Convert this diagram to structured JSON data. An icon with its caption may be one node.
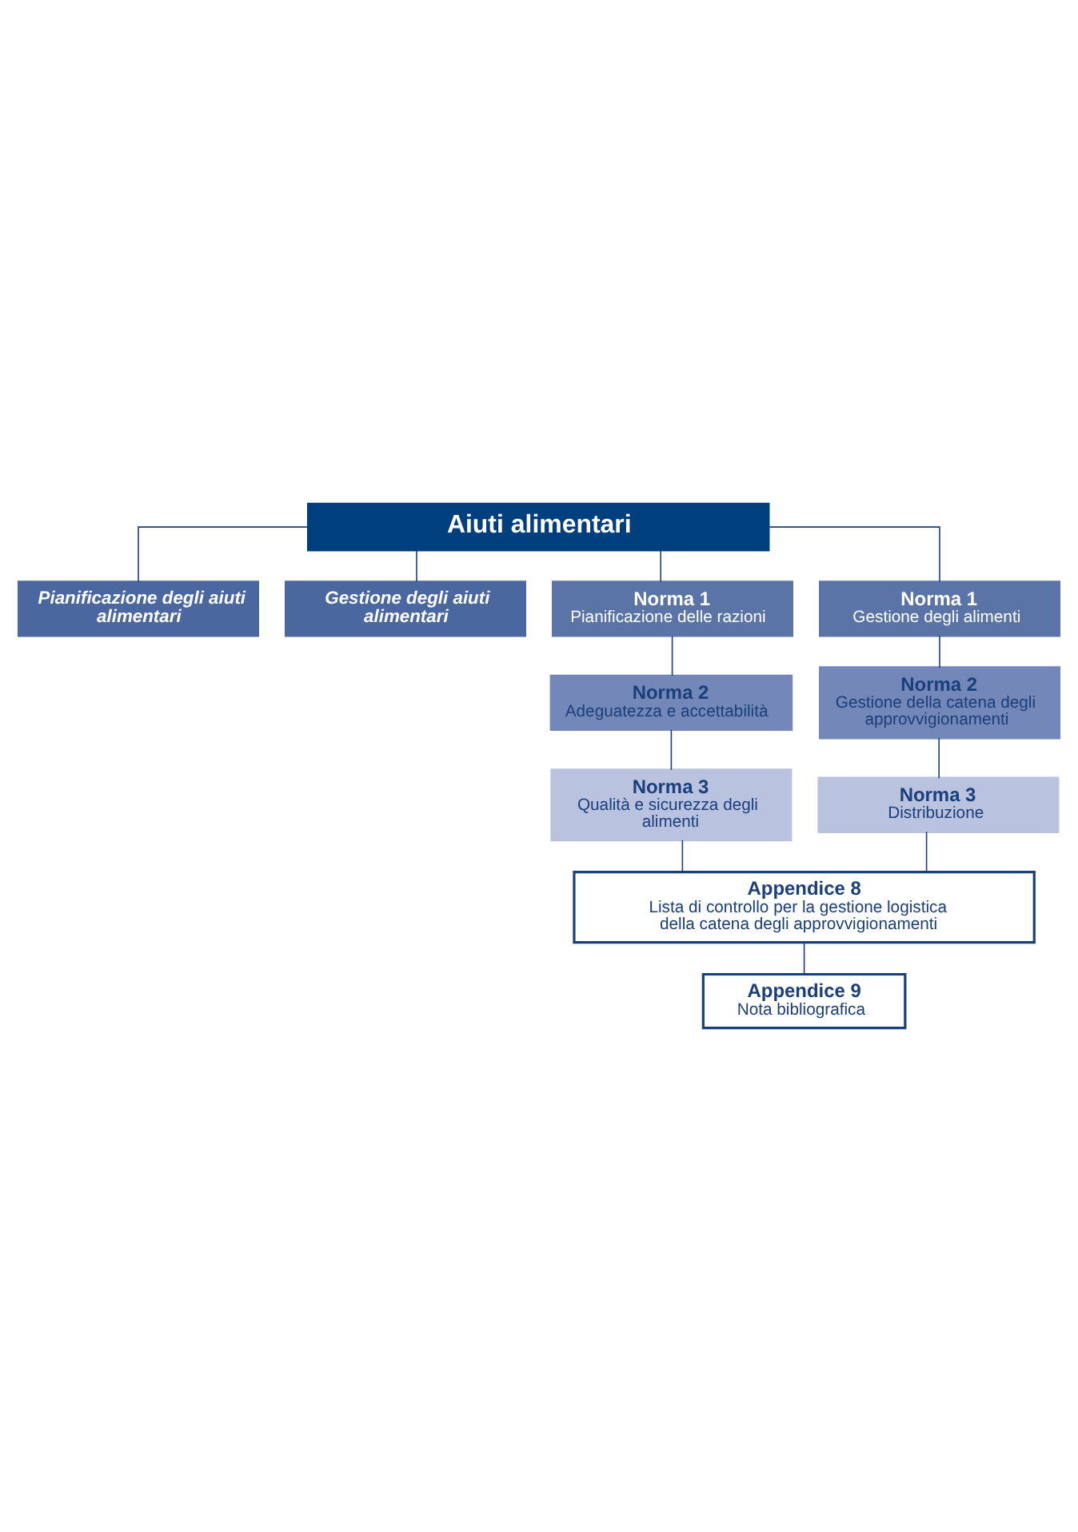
{
  "diagram": {
    "nodes": [
      {
        "text": [
          "Aiuti alimentari"
        ]
      },
      {
        "text": [
          "Pianificazione degli aiuti alimentari"
        ]
      },
      {
        "text": [
          "Gestione degli aiuti alimentari"
        ]
      },
      {
        "text": [
          "Norma 1",
          "Pianificazione delle razioni"
        ]
      },
      {
        "text": [
          "Norma 1",
          "Gestione degli alimenti"
        ]
      },
      {
        "text": [
          "Norma 2",
          "Adeguatezza e accettabilità"
        ]
      },
      {
        "text": [
          "Norma 2",
          "Gestione della catena degli approvvigionamenti"
        ]
      },
      {
        "text": [
          "Norma 3",
          "Qualità e sicurezza degli alimenti"
        ]
      },
      {
        "text": [
          "Norma 3",
          "Distribuzione"
        ]
      },
      {
        "text": [
          "Appendice 8",
          "Lista di controllo per la gestione logistica della catena degli approvvigionamenti"
        ]
      },
      {
        "text": [
          "Appendice 9",
          "Nota bibliografica"
        ]
      }
    ],
    "edges": [
      {
        "from": 0,
        "to": 1,
        "arrow": "none"
      },
      {
        "from": 0,
        "to": 2,
        "arrow": "none"
      },
      {
        "from": 0,
        "to": 3,
        "arrow": "none"
      },
      {
        "from": 0,
        "to": 4,
        "arrow": "none"
      },
      {
        "from": 3,
        "to": 5,
        "arrow": "none"
      },
      {
        "from": 5,
        "to": 7,
        "arrow": "none"
      },
      {
        "from": 4,
        "to": 6,
        "arrow": "none"
      },
      {
        "from": 6,
        "to": 8,
        "arrow": "none"
      },
      {
        "from": 7,
        "to": 9,
        "arrow": "none"
      },
      {
        "from": 8,
        "to": 9,
        "arrow": "none"
      },
      {
        "from": 9,
        "to": 10,
        "arrow": "none"
      }
    ]
  }
}
